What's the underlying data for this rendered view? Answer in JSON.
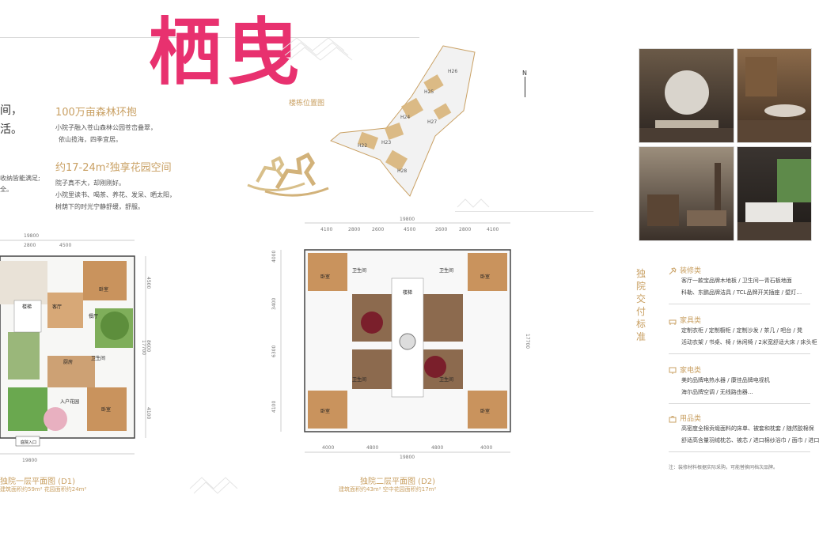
{
  "brand_title": "栖曳",
  "left_clip": {
    "line1": "间，",
    "line2": "活。",
    "line3": "收纳皆能满足;",
    "line4": "全。"
  },
  "features": [
    {
      "heading": "100万亩森林环抱",
      "lines": [
        "小院子融入苍山森林公园苍峦叠翠，",
        "依山揽海，四季宜居。"
      ]
    },
    {
      "heading": "约17-24m²独享花园空间",
      "lines": [
        "院子真不大，却刚刚好。",
        "小院里读书、喝茶、养花、发呆、晒太阳，",
        "树荫下的时光宁静舒缓，舒服。"
      ]
    }
  ],
  "site_plan": {
    "label": "楼栋位置图",
    "buildings": [
      "H26",
      "H25",
      "H24",
      "H23",
      "H22",
      "H27",
      "H28"
    ]
  },
  "plan_d1": {
    "title": "独院一层平面图 (D1)",
    "subtitle": "建筑面积约59m² 花园面积约24m²",
    "top_dims": [
      "19800",
      "2800",
      "4500"
    ],
    "bottom_dims": [
      "19800"
    ],
    "side_dims": [
      "4500",
      "8600",
      "17700",
      "4100"
    ],
    "rooms": [
      "卧室",
      "楼梯",
      "客厅",
      "餐厅",
      "厨房",
      "卧室",
      "卫生间",
      "入户花园"
    ],
    "entrance": "庭院入口"
  },
  "plan_d2": {
    "title": "独院二层平面图 (D2)",
    "subtitle": "建筑面积约43m² 空中花园面积约17m²",
    "top_total": "19800",
    "top_dims": [
      "4100",
      "2800",
      "2600",
      "4500",
      "2600",
      "2800",
      "4100"
    ],
    "bottom_total": "19800",
    "bottom_dims": [
      "4000",
      "4800",
      "4800",
      "4000"
    ],
    "side_dims": [
      "4000",
      "3400",
      "6300",
      "4100",
      "17700"
    ],
    "rooms": [
      "卧室",
      "卧室",
      "卧室",
      "卧室",
      "楼梯",
      "卫生间",
      "卫生间",
      "卫生间",
      "卫生间"
    ]
  },
  "delivery": {
    "vertical_title": "独院交付标准",
    "sections": [
      {
        "icon": "hammer-icon",
        "heading": "装修类",
        "lines": [
          "客厅一款宝品牌木地板 / 卫生间一青石板地面",
          "科勒、东鹏品牌洁具 / TCL品牌开关插座 / 壁灯…"
        ]
      },
      {
        "icon": "sofa-icon",
        "heading": "家具类",
        "lines": [
          "定制衣柜 / 定制橱柜 / 定制沙发 / 茶几 / 吧台 / 凳",
          "活动衣架 / 书桌、椅 / 休闲椅 / 2米宽舒适大床 / 床头柜"
        ]
      },
      {
        "icon": "appliance-icon",
        "heading": "家电类",
        "lines": [
          "美的品牌电热水器 / 康佳品牌电视机",
          "海尔品牌空调 / 无线路由器…"
        ]
      },
      {
        "icon": "bag-icon",
        "heading": "用品类",
        "lines": [
          "高密度全棉贡缎面料的床单、被套和枕套 / 随然胶棉保",
          "舒适高含量羽绒枕芯、被芯 / 进口棉纱浴巾 / 面巾 / 进口"
        ]
      }
    ],
    "footnote": "注：装修材料根据实际采购，可能替换同档次品牌。"
  },
  "compass": "N",
  "colors": {
    "accent": "#c9a063",
    "title": "#e8316f",
    "garden": "#6aa84f",
    "wood": "#b07a48"
  }
}
